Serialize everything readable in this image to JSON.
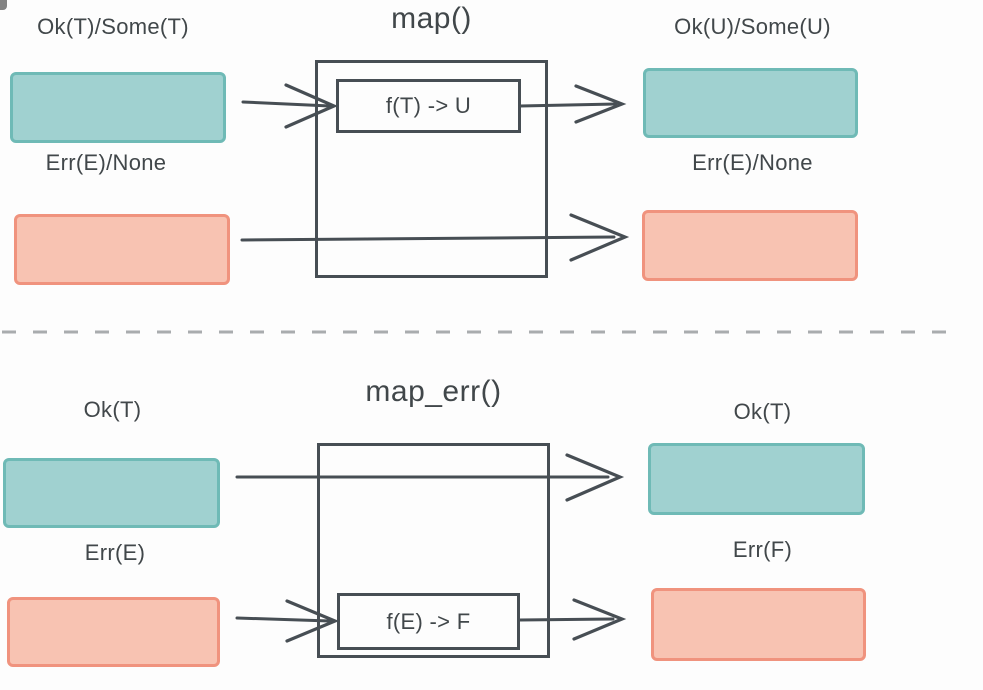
{
  "colors": {
    "teal_fill": "#a0d1d0",
    "teal_border": "#6fbab6",
    "salmon_fill": "#f8c3b2",
    "salmon_border": "#f0937e",
    "stroke": "#474e54",
    "text": "#41474a",
    "divider": "#a9acae",
    "bg": "#fdfdfd"
  },
  "sections": {
    "map": {
      "title": "map()",
      "left_ok_label": "Ok(T)/Some(T)",
      "left_err_label": "Err(E)/None",
      "fn_label": "f(T) -> U",
      "right_ok_label": "Ok(U)/Some(U)",
      "right_err_label": "Err(E)/None"
    },
    "map_err": {
      "title": "map_err()",
      "left_ok_label": "Ok(T)",
      "left_err_label": "Err(E)",
      "fn_label": "f(E) -> F",
      "right_ok_label": "Ok(T)",
      "right_err_label": "Err(F)"
    }
  }
}
